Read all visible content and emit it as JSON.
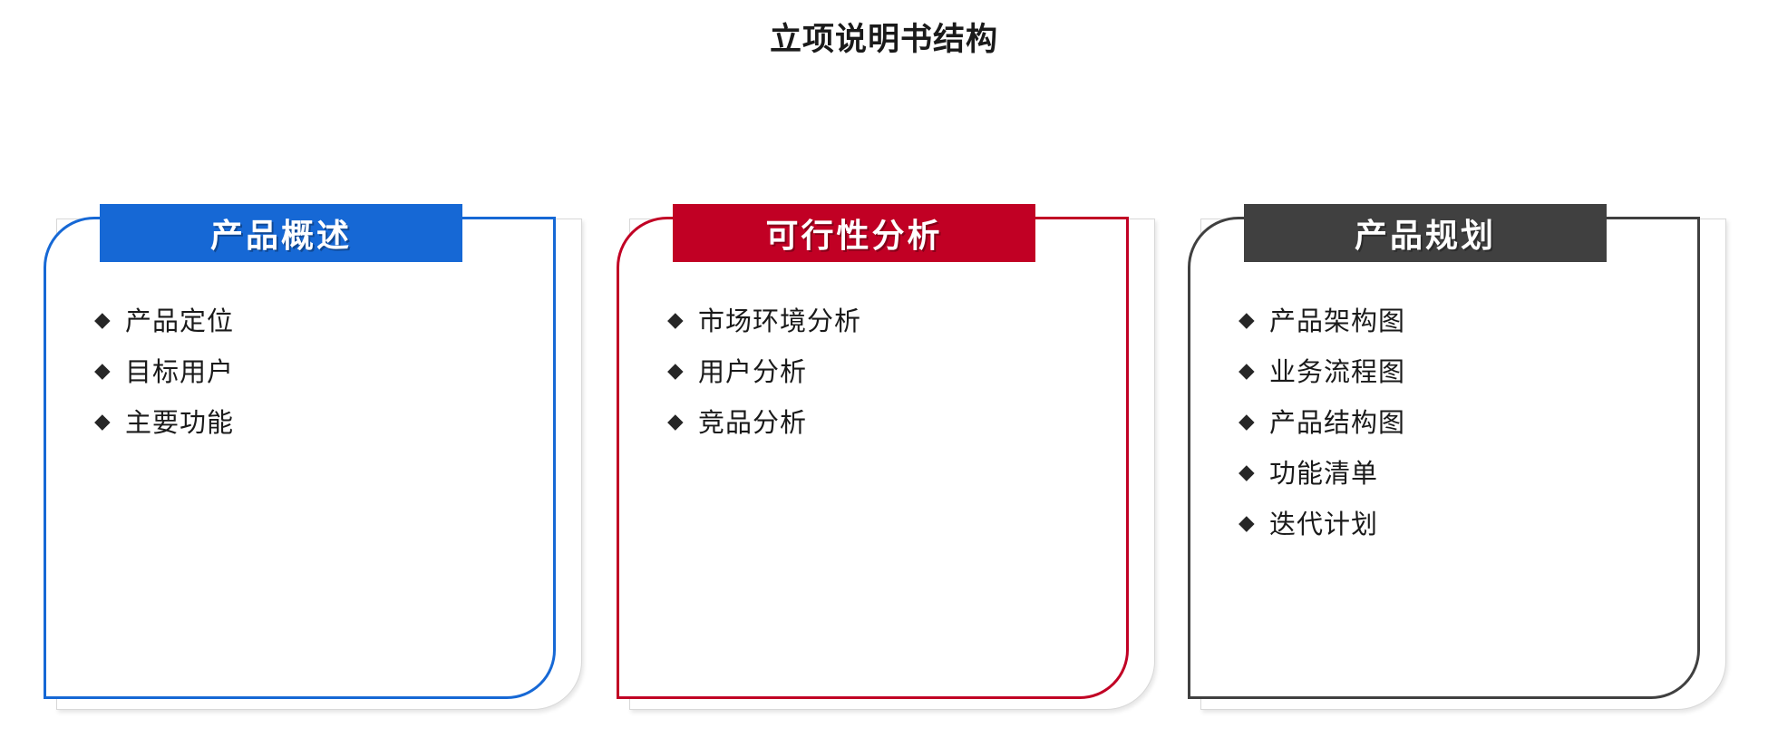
{
  "title": "立项说明书结构",
  "bullet_glyph": "◆",
  "bullet_icon_name": "diamond-bullet-icon",
  "colors": {
    "card1_accent": "#1668D5",
    "card2_accent": "#C10024",
    "card3_accent": "#404040",
    "text": "#1A1A1A",
    "background": "#FFFFFF"
  },
  "cards": [
    {
      "header": "产品概述",
      "accent": "#1668D5",
      "items": [
        "产品定位",
        "目标用户",
        "主要功能"
      ]
    },
    {
      "header": "可行性分析",
      "accent": "#C10024",
      "items": [
        "市场环境分析",
        "用户分析",
        "竞品分析"
      ]
    },
    {
      "header": "产品规划",
      "accent": "#404040",
      "items": [
        "产品架构图",
        "业务流程图",
        "产品结构图",
        "功能清单",
        "迭代计划"
      ]
    }
  ]
}
